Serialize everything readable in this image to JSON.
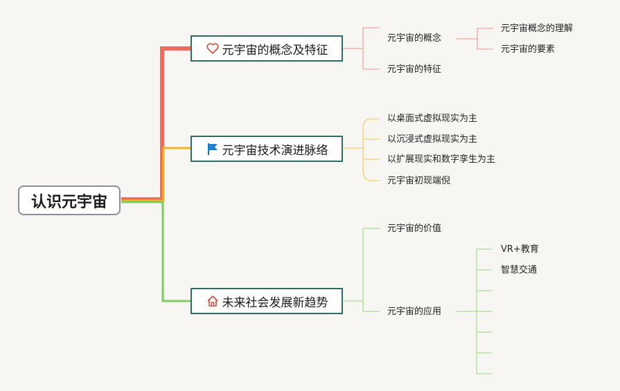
{
  "colors": {
    "branch1": "#ee6c5b",
    "branch2": "#f4b21f",
    "branch3": "#7ccd5b",
    "branch1_light": "#f2a79e",
    "branch2_light": "#f6ce6c",
    "branch3_light": "#a9dd90",
    "topic_border": "#2e6b67"
  },
  "root": {
    "label": "认识元宇宙"
  },
  "branches": [
    {
      "label": "元宇宙的概念及特征",
      "icon": "heart-icon",
      "children": [
        {
          "label": "元宇宙的概念",
          "children": [
            "元宇宙概念的理解",
            "元宇宙的要素"
          ]
        },
        {
          "label": "元宇宙的特征"
        }
      ]
    },
    {
      "label": "元宇宙技术演进脉络",
      "icon": "flag-icon",
      "children": [
        {
          "label": "以桌面式虚拟现实为主"
        },
        {
          "label": "以沉浸式虚拟现实为主"
        },
        {
          "label": "以扩展现实和数字孪生为主"
        },
        {
          "label": "元宇宙初现端倪"
        }
      ]
    },
    {
      "label": "未来社会发展新趋势",
      "icon": "home-icon",
      "children": [
        {
          "label": "元宇宙的价值"
        },
        {
          "label": "元宇宙的应用",
          "children": [
            "VR+教育",
            "智慧交通",
            "",
            "",
            "",
            "",
            ""
          ]
        }
      ]
    }
  ]
}
